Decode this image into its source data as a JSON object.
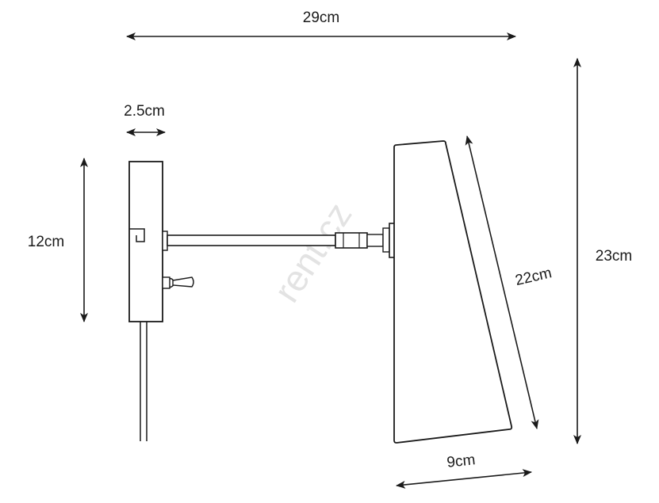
{
  "dimensions": {
    "overall_width": "29cm",
    "base_depth": "2.5cm",
    "base_height": "12cm",
    "overall_height": "23cm",
    "shade_length": "22cm",
    "shade_width": "9cm"
  },
  "watermark": "rent.cz",
  "colors": {
    "line": "#1a1a1a",
    "watermark": "#e3e3e3",
    "background": "#ffffff"
  }
}
